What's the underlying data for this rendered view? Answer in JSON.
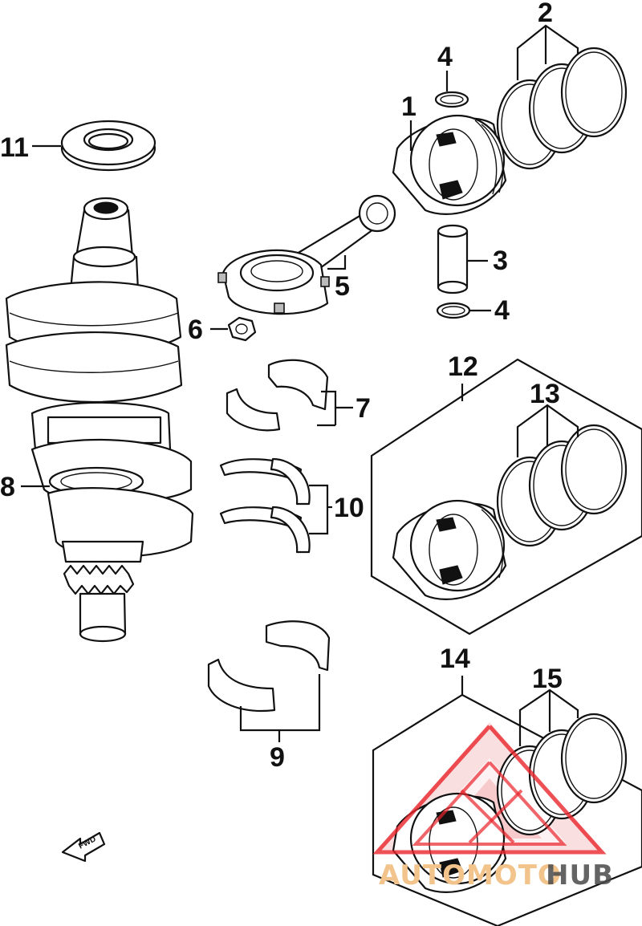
{
  "callouts": {
    "c1": "1",
    "c2": "2",
    "c3": "3",
    "c4a": "4",
    "c4b": "4",
    "c5": "5",
    "c6": "6",
    "c7": "7",
    "c8": "8",
    "c9": "9",
    "c10": "10",
    "c11": "11",
    "c12": "12",
    "c13": "13",
    "c14": "14",
    "c15": "15"
  },
  "forward_label": "FWD",
  "watermark": {
    "part1": "AUTOMOTO",
    "part2": "HUB",
    "color_accent": "#e8242b",
    "color_gold": "#f2c38a",
    "color_dark": "#4a4a4a"
  }
}
